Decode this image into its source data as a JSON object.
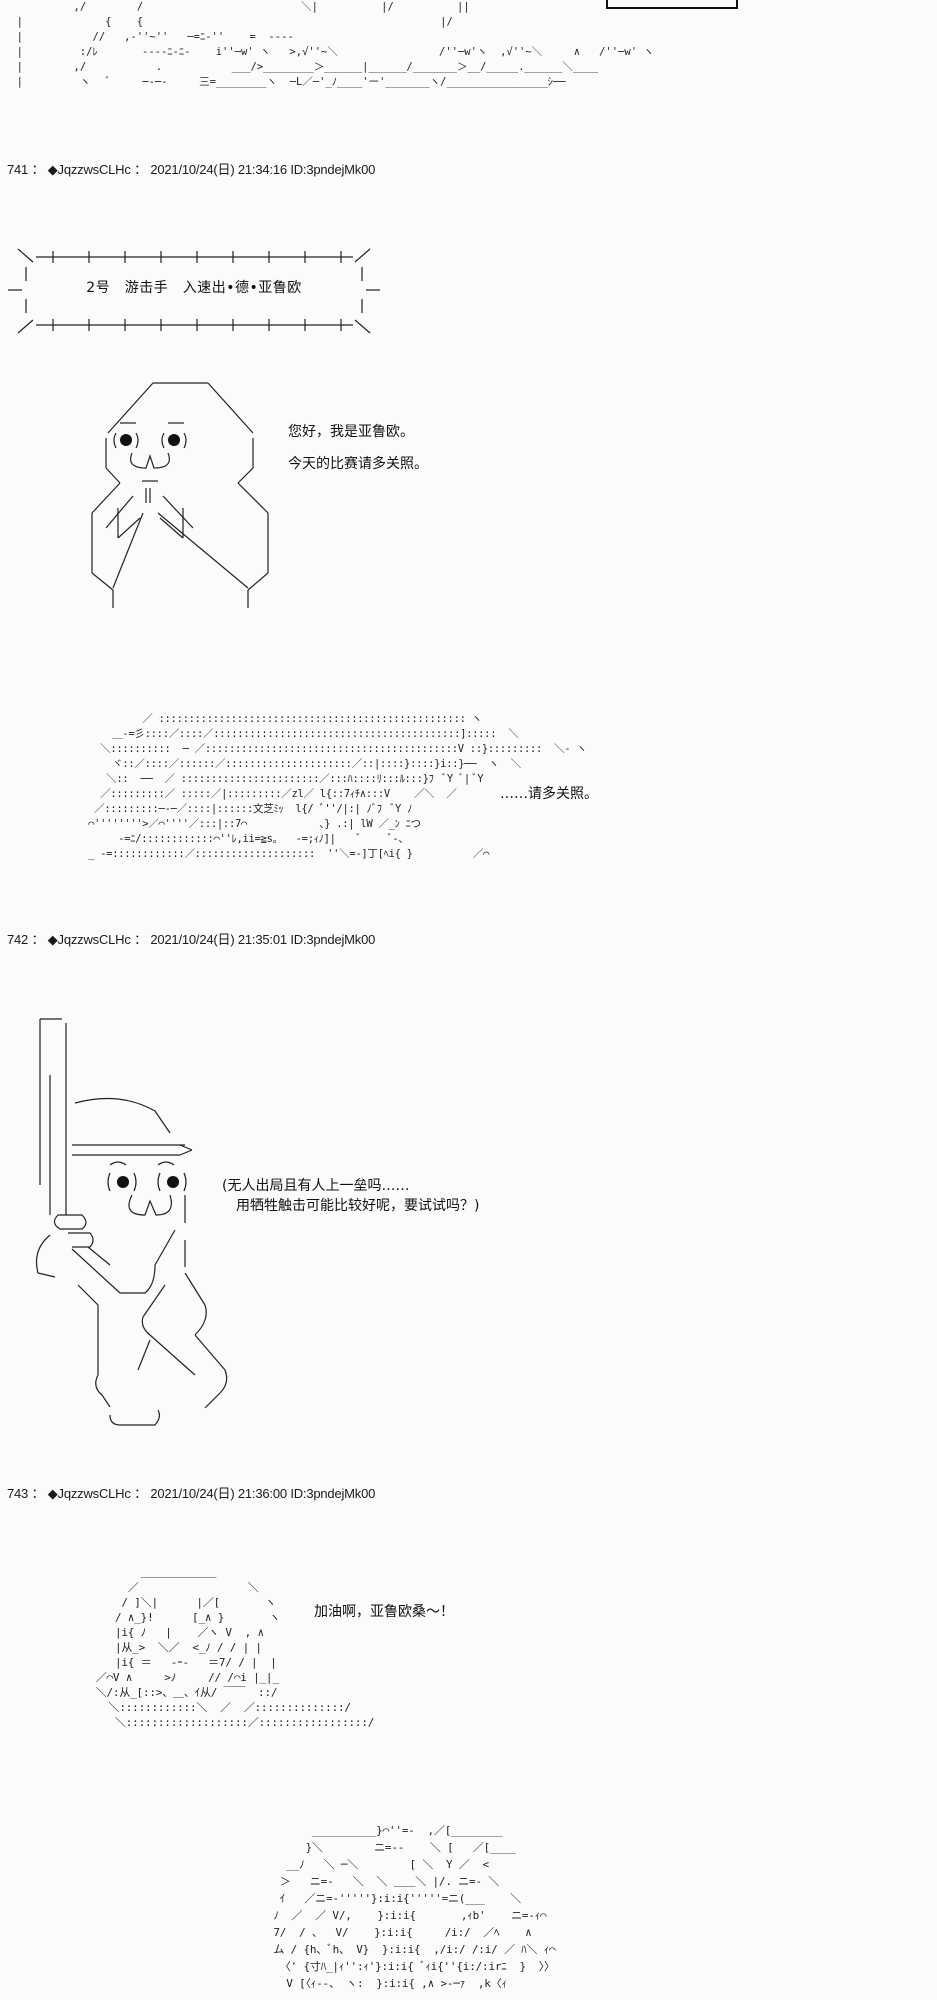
{
  "thread": {
    "posts": [
      {
        "number": "741",
        "separator": "：",
        "trip": "◆JqzzwsCLHc",
        "date": "2021/10/24(日) 21:34:16",
        "id": "ID:3pndejMk00",
        "banner": {
          "title": "2号　游击手　入速出•德•亚鲁欧"
        },
        "dialogue": [
          {
            "speaker": "亚鲁欧",
            "lines": [
              "您好，我是亚鲁欧。",
              "今天的比赛请多关照。"
            ]
          },
          {
            "speaker": "catcher",
            "lines": [
              "……请多关照。"
            ]
          }
        ]
      },
      {
        "number": "742",
        "separator": "：",
        "trip": "◆JqzzwsCLHc",
        "date": "2021/10/24(日) 21:35:01",
        "id": "ID:3pndejMk00",
        "dialogue": [
          {
            "speaker": "亚鲁欧",
            "lines": [
              "(无人出局且有人上一垒吗……",
              "　用牺牲触击可能比较好呢，要试试吗？)"
            ]
          }
        ]
      },
      {
        "number": "743",
        "separator": "：",
        "trip": "◆JqzzwsCLHc",
        "date": "2021/10/24(日) 21:36:00",
        "id": "ID:3pndejMk00",
        "dialogue": [
          {
            "speaker": "cheer-girl",
            "lines": [
              "加油啊，亚鲁欧桑～！"
            ]
          }
        ]
      }
    ]
  },
  "ascii_art": {
    "top_scene": "           ,/        /                         ＼|          |/          ||\n  |             {    {                                               |/\n  |           //   ,-''~''   ─=ﾆ-''    =  ----\n  |         :/ﾚ       ----ﾆ-ﾆ-    i''─w' ヽ   >,√''~＼                /''─w'ヽ  ,√''~＼     ∧   /''─w' ヽ\n  |        ,/           .           ___/>________＞______|______/_______＞__/_____.______＼____\n  |         ヽ   ﾞ     ─-─-     三=________ヽ  ─L／─'_ﾉ____'ー'_______ヽ/________________ｼ──",
    "catcher": "              ／ ::::::::::::::::::::::::::::::::::::::::::::::::::: ヽ\n         ＿-=彡::::／::::／:::::::::::::::::::::::::::::::::::::::::]:::::  ＼\n       ＼::::::::::  ─ ／::::::::::::::::::::::::::::::::::::::::::V ::}:::::::::  ＼- ヽ\n         ヾ::／::::／::::::／:::::::::::::::::::::／::|::::}::::}i::}──  ヽ  ＼\n        ＼::  ──  ／ :::::::::::::::::::::::／:::ﾊ::::ﾘ:::ﾙ:::}ﾌ  ﾞY ﾞ| ﾞY\n       ／:::::::::／ :::::／|:::::::::／zl／ l{::7ｨﾁ∧:::V    ／＼  ／\n      ／:::::::::─-─／::::|::::::文芝ﾐｯ  l{/ ﾞ''/|:| ﾉﾞﾌ  ﾞY ﾉ\n     ⌒''''''''>／⌒''''／:::|::7⌒            、} .:| lW ／_ﾝ ﾆつ\n          -=ﾆ/::::::::::::⌒''ﾚ,ii=≧s｡   -=;ｨﾉ]|    ﾞ     ﾞ-、\n     _ -=::::::::::::／::::::::::::::::::::  ''＼=-]丁[ﾍi{ }          ／⌒",
    "cheer_girl": "           ＿＿＿＿＿＿＿\n         ／                 ＼\n        / ]＼|      |／[       ヽ\n       / ∧_}!      [_∧ }       ヽ\n       |i{ ﾉ   |    ／ヽ V  , ∧\n       |从_>  ＼／  <_ﾉ / / | |\n       |i{ ＝   ‐ｰ-   ＝7/ / |  |\n    ／⌒V ∧     >ﾉ     // /⌒i |_|_\n    ＼/:从_[::>、＿、ｲ从/ ￣￣  ::/\n      ＼::::::::::::＼  ／  ／::::::::::::::/\n       ＼:::::::::::::::::::／:::::::::::::::::/",
    "bottom_scene": "              __________}⌒''=-  ,／[________\n             }＼        ニ=--    ＼ [   ／[____\n          __ﾉ   ＼ ─＼        [ ＼  Y ／  <\n         ＞   ニ=-   ＼  ＼ ＿＿＼ |/. ニ=- ＼\n         ｲ   ／ニ=-'''''}:i:i{'''''=ニ(___    ＼\n        ﾉ  ／  ／ V/,    }:i:i{       ,ｨb'    ニ=-ｨ⌒\n        7/  / 、  V/    }:i:i{     /i:/  ／ﾍ    ∧\n        ム / {h、ﾞh、 V}  }:i:i{  ,/i:/ /:i/ ／ ﾊ＼ ｨ⌒\n         〈' {寸ﾊ_|ｨ'':ｨ'}:i:i{ ﾞｨi{''{i:/:irﾆ  }  〉〉\n          V [〈ｨ--、 ヽ:  }:i:i{ ,∧ >-─ｧ  ,k〈ｨ"
  },
  "colors": {
    "background": "#fbfbfb",
    "text": "#111111",
    "lines": "#222222"
  }
}
